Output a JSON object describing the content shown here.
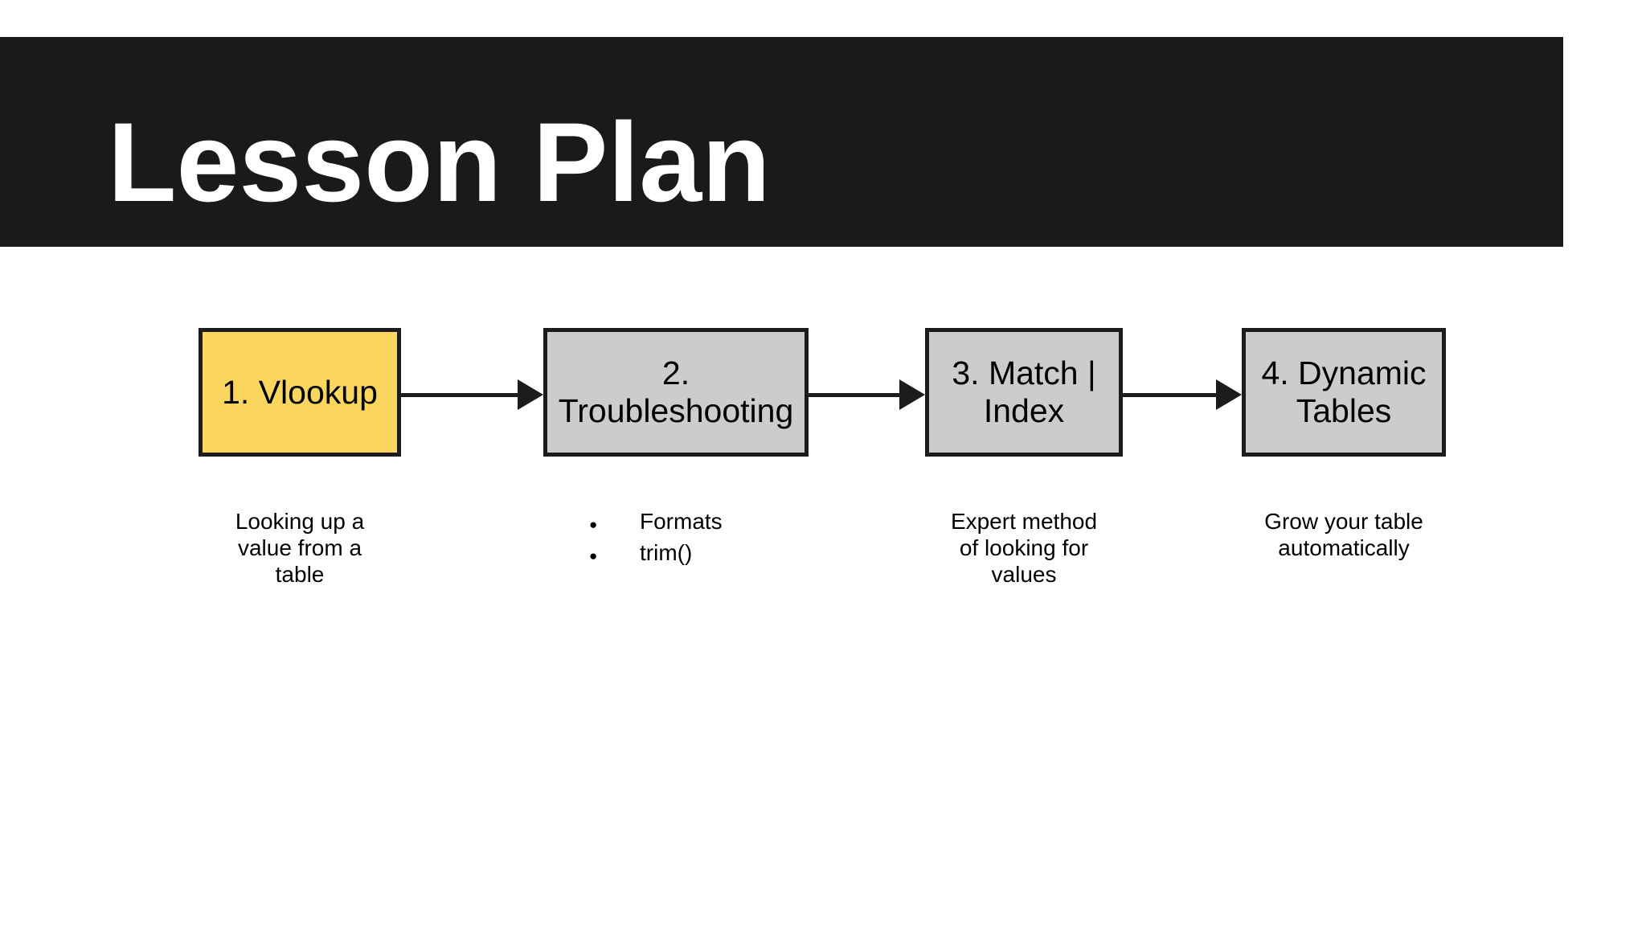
{
  "slide": {
    "title": "Lesson Plan",
    "bullet_glyph": "●",
    "colors": {
      "header_bg": "#1a1a1a",
      "title_text": "#ffffff",
      "highlight_fill": "#fad65f",
      "default_fill": "#cccccc",
      "stroke": "#1c1c1c",
      "body_text": "#000000",
      "page_bg": "#ffffff"
    },
    "steps": [
      {
        "lines": [
          "1. Vlookup"
        ],
        "caption_lines": [
          "Looking up a",
          "value from a",
          "table"
        ]
      },
      {
        "lines": [
          "2.",
          "Troubleshooting"
        ],
        "bullets": [
          "Formats",
          "trim()"
        ]
      },
      {
        "lines": [
          "3. Match |",
          "Index"
        ],
        "caption_lines": [
          "Expert method",
          "of looking for",
          "values"
        ]
      },
      {
        "lines": [
          "4. Dynamic",
          "Tables"
        ],
        "caption_lines": [
          "Grow your table",
          "automatically"
        ]
      }
    ]
  }
}
